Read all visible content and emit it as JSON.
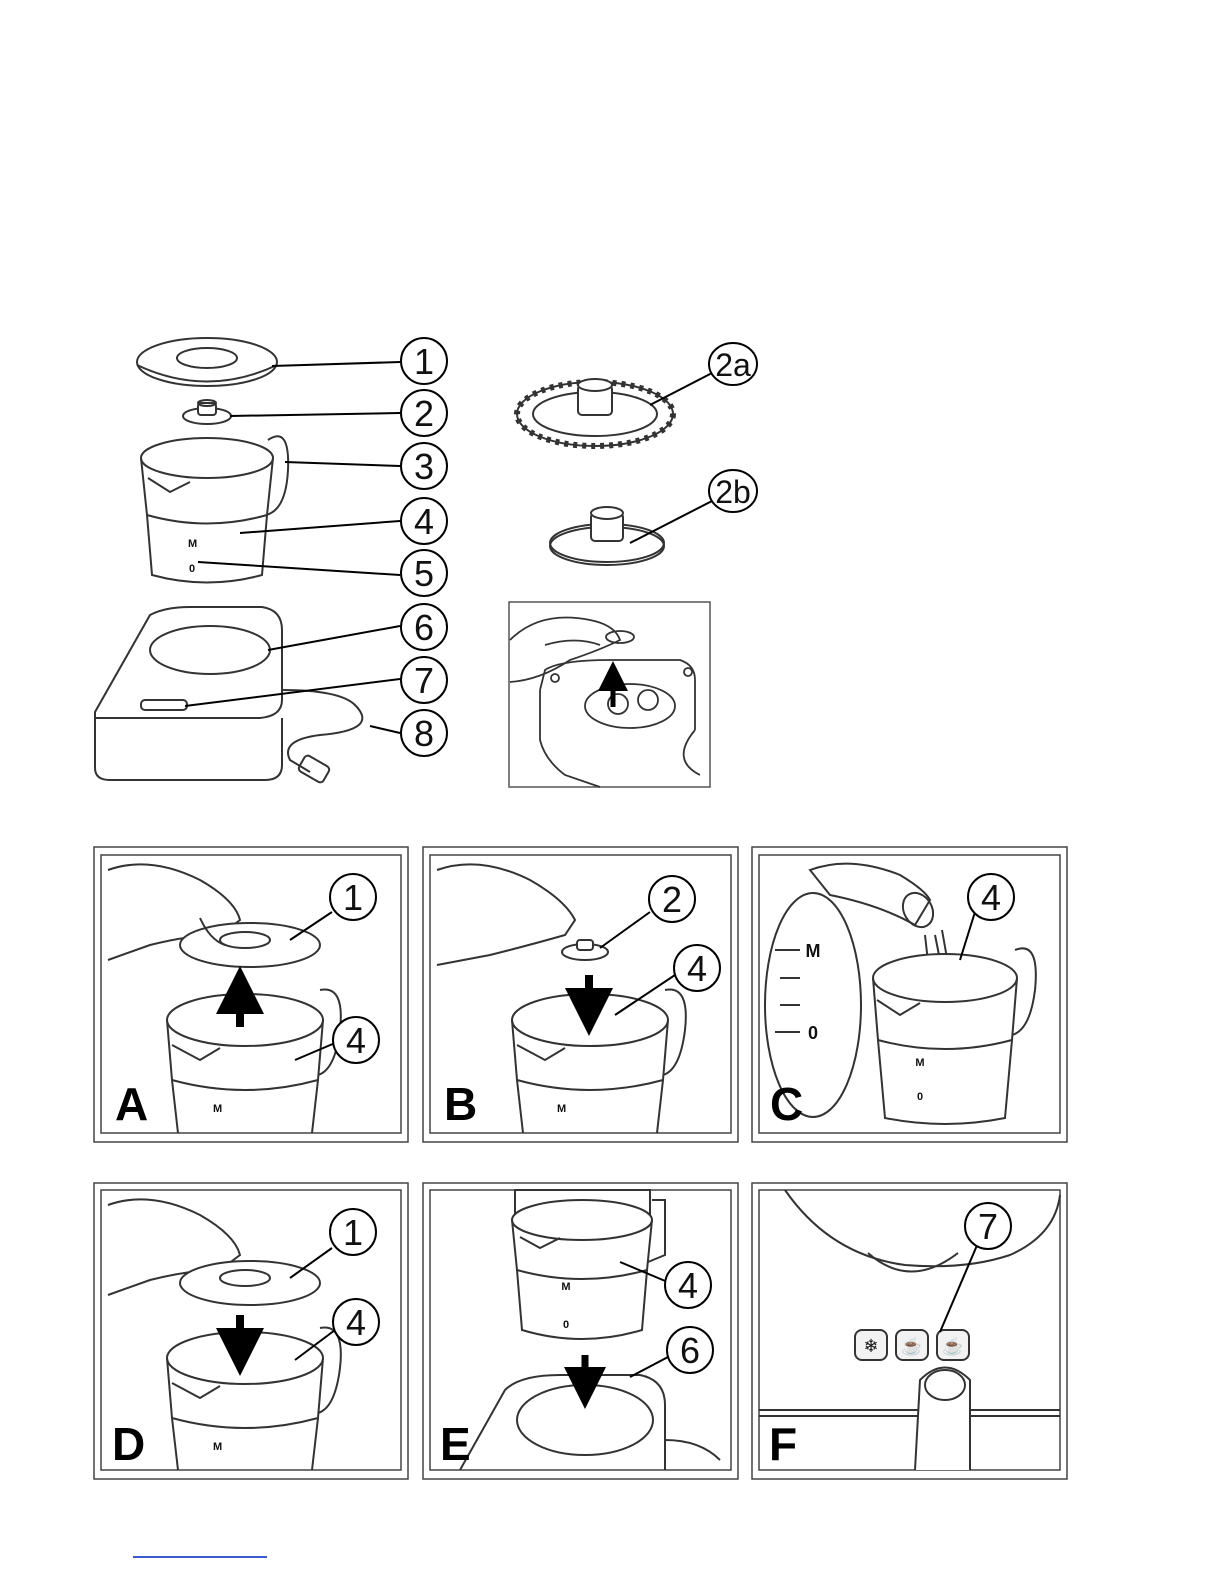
{
  "parts_overview": {
    "callouts": [
      "1",
      "2",
      "3",
      "4",
      "5",
      "6",
      "7",
      "8"
    ],
    "jug_scale_marks": [
      "M",
      "0"
    ]
  },
  "whisk_details": {
    "callouts": [
      "2a",
      "2b"
    ]
  },
  "steps": [
    {
      "letter": "A",
      "callouts": [
        "1",
        "4"
      ],
      "mark": "M"
    },
    {
      "letter": "B",
      "callouts": [
        "2",
        "4"
      ],
      "mark": "M"
    },
    {
      "letter": "C",
      "callouts": [
        "4"
      ],
      "scale": [
        "M",
        "0"
      ],
      "marks": [
        "M",
        "0"
      ]
    },
    {
      "letter": "D",
      "callouts": [
        "1",
        "4"
      ],
      "mark": "M"
    },
    {
      "letter": "E",
      "callouts": [
        "4",
        "6"
      ],
      "marks": [
        "M",
        "0"
      ]
    },
    {
      "letter": "F",
      "callouts": [
        "7"
      ],
      "buttons": [
        "snowflake-icon",
        "steam-cup-icon",
        "hot-cup-icon"
      ]
    }
  ]
}
